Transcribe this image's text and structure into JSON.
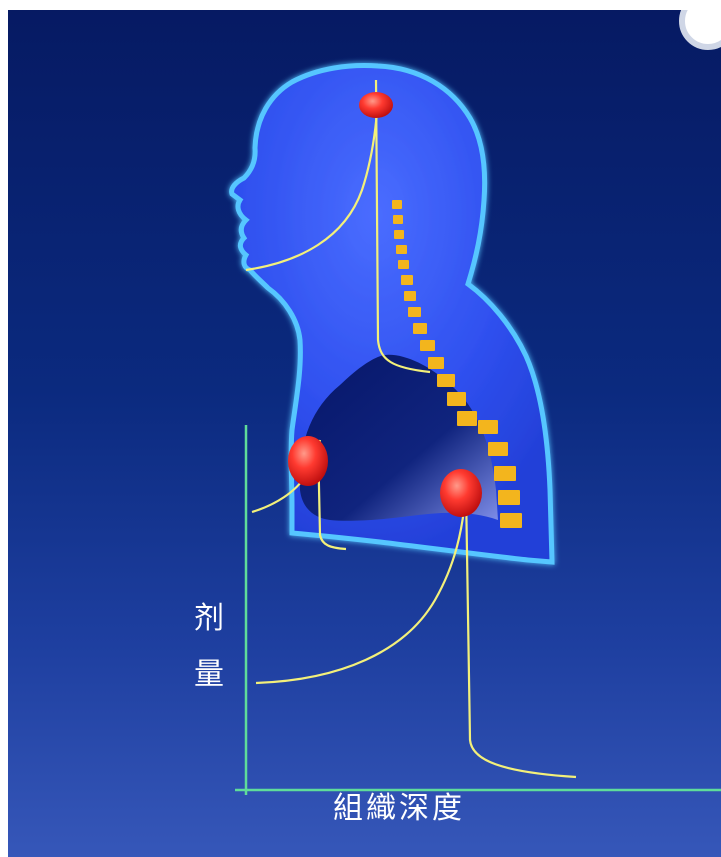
{
  "axes": {
    "y_label_chars": [
      "剂",
      "量"
    ],
    "x_label": "組織深度"
  },
  "colors": {
    "background_top": "#061a63",
    "background_bottom": "#3657b9",
    "body_silhouette": "#2f50ef",
    "body_outline": "#56c6ff",
    "chest_cavity": "#0a1d73",
    "spine_blocks": "#f3b51d",
    "nerve_lines": "#f3f07a",
    "organs": "#ff2a2a",
    "axis_lines": "#5fdc9a"
  },
  "icons": {
    "head_organ": "red-sphere-icon",
    "left_chest_organ": "red-sphere-icon",
    "right_chest_organ": "red-sphere-icon"
  }
}
